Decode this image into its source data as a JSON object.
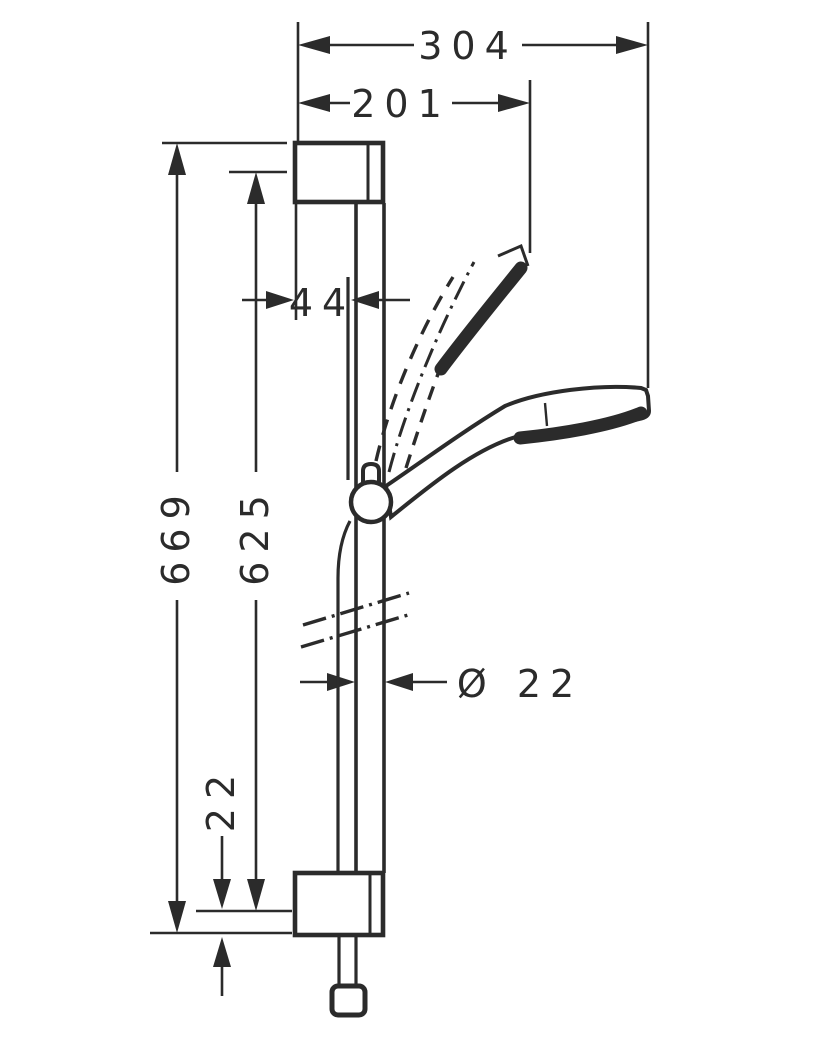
{
  "page": {
    "background_color": "#ffffff",
    "ink_color": "#2b2b2b"
  },
  "diagram": {
    "kind": "technical-dimension-drawing",
    "unit": "mm",
    "dimensions": {
      "overall_width": "304",
      "head_offset": "201",
      "bar_wall_clearance": "44",
      "overall_height": "669",
      "bar_length": "625",
      "bottom_bracket_height": "22",
      "bar_diameter": "Ø 22"
    }
  }
}
